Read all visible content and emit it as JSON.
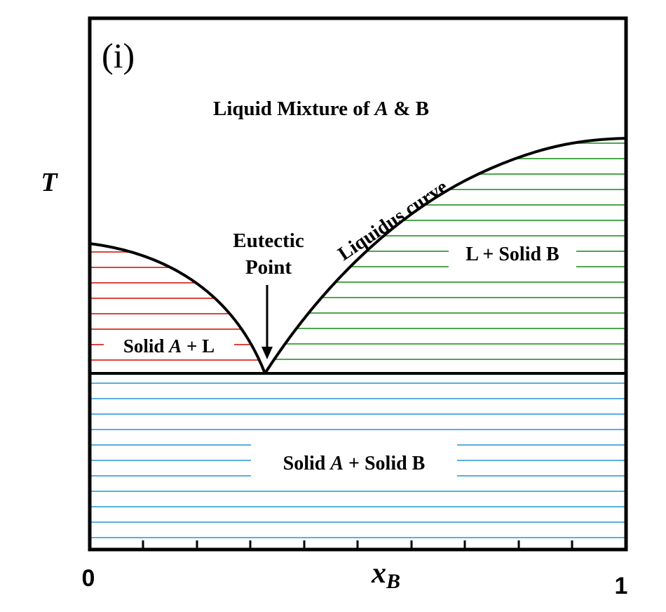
{
  "panel_label": "(i)",
  "axes": {
    "y_label": "T",
    "x_label_main": "x",
    "x_label_sub": "B",
    "x_min_label": "0",
    "x_max_label": "1"
  },
  "regions": {
    "liquid": {
      "pre": "Liquid Mixture of ",
      "italic": "A",
      "post": " & B"
    },
    "solid_a_l": {
      "pre": "Solid ",
      "italic": "A",
      "post": " + L"
    },
    "l_solid_b": {
      "text": "L + Solid B"
    },
    "solid_ab": {
      "pre": "Solid ",
      "italic": "A",
      "post": " + Solid B"
    }
  },
  "annotations": {
    "eutectic_line1": "Eutectic",
    "eutectic_line2": "Point",
    "liquidus": "Liquidus curve"
  },
  "colors": {
    "solid_a_hatch": "#d9463e",
    "solid_b_hatch": "#4ea64e",
    "solid_ab_hatch": "#5aaee0",
    "frame": "#000000"
  }
}
